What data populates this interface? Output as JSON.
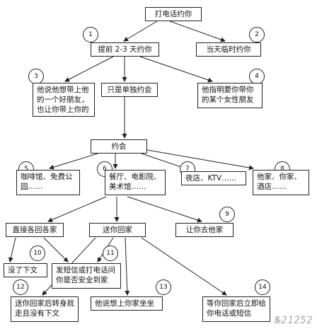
{
  "nodes": {
    "root": "打电话约你",
    "n1": "提前 2-3 天约你",
    "n2": "当天临时约你",
    "n3": "他说他想带上他的一个好朋友，也让你带上你的",
    "n4": "他指明要你带你的某个女性朋友",
    "single": "只是单独约会",
    "date": "约会",
    "n5": "咖啡馆、免费公园……",
    "n6": "餐厅、电影院、美术馆……",
    "n7": "夜店、KTV……",
    "n8": "他家、你家、酒店……",
    "home_direct": "直接各回各家",
    "send_home": "送你回家",
    "let_go": "让你去他家",
    "n10": "没了下文",
    "n11": "发短信或打电话问你是否安全到家",
    "n12": "送你回家后转身就走且没有下文",
    "n13": "他说想上你家坐坐",
    "n14": "等你回家后立即给你电话或短信"
  },
  "numbers": [
    "1",
    "2",
    "3",
    "4",
    "5",
    "6",
    "7",
    "8",
    "9",
    "10",
    "11",
    "12",
    "13",
    "14"
  ],
  "watermark": "№21252"
}
